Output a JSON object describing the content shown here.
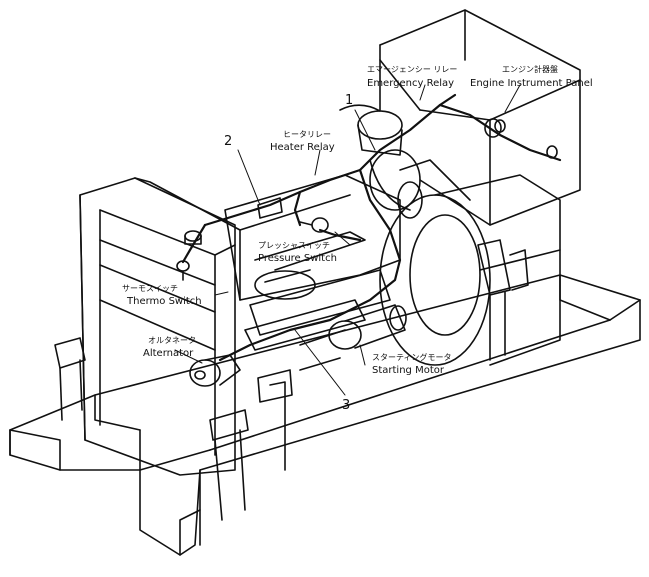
{
  "labels": {
    "emergency_relay": {
      "jp": "エマージェンシー リレー",
      "en": "Emergency Relay"
    },
    "instrument_panel": {
      "jp": "エンジン計器盤",
      "en": "Engine Instrument Panel"
    },
    "heater_relay": {
      "jp": "ヒータリレー",
      "en": "Heater Relay"
    },
    "pressure_switch": {
      "jp": "プレッシャスイッチ",
      "en": "Pressure Switch"
    },
    "thermo_switch": {
      "jp": "サーモスイッチ",
      "en": "Thermo Switch"
    },
    "alternator": {
      "jp": "オルタネータ",
      "en": "Alternator"
    },
    "starting_motor": {
      "jp": "スターティングモータ",
      "en": "Starting Motor"
    }
  },
  "callouts": [
    "1",
    "2",
    "3"
  ],
  "colors": {
    "line": "#111111",
    "background": "#ffffff"
  }
}
